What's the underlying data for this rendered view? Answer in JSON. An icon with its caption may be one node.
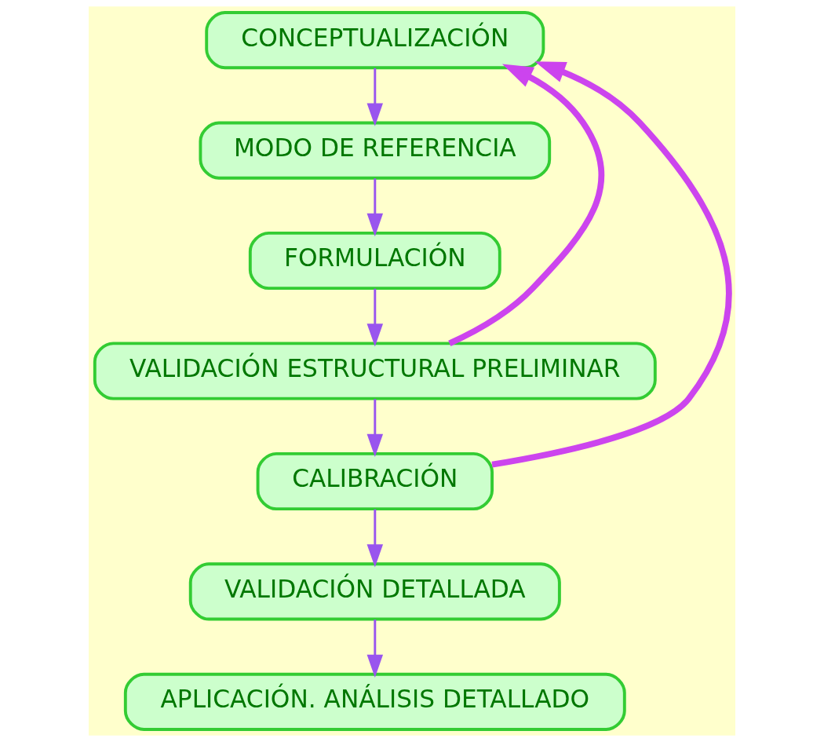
{
  "diagram": {
    "nodes": [
      {
        "text": [
          "CONCEPTUALIZACIÓN"
        ]
      },
      {
        "text": [
          "MODO DE REFERENCIA"
        ]
      },
      {
        "text": [
          "FORMULACIÓN"
        ]
      },
      {
        "text": [
          "VALIDACIÓN ESTRUCTURAL PRELIMINAR"
        ]
      },
      {
        "text": [
          "CALIBRACIÓN"
        ]
      },
      {
        "text": [
          "VALIDACIÓN DETALLADA"
        ]
      },
      {
        "text": [
          "APLICACIÓN. ANÁLISIS DETALLADO"
        ]
      }
    ],
    "edges": [
      {
        "from": 0,
        "to": 1,
        "arrow": "to"
      },
      {
        "from": 1,
        "to": 2,
        "arrow": "to"
      },
      {
        "from": 2,
        "to": 3,
        "arrow": "to"
      },
      {
        "from": 3,
        "to": 0,
        "arrow": "to",
        "style": "thick",
        "color": "#cc44ee"
      },
      {
        "from": 3,
        "to": 4,
        "arrow": "to"
      },
      {
        "from": 4,
        "to": 0,
        "arrow": "to",
        "style": "thick",
        "color": "#cc44ee"
      },
      {
        "from": 4,
        "to": 5,
        "arrow": "to"
      },
      {
        "from": 5,
        "to": 6,
        "arrow": "to"
      }
    ]
  }
}
